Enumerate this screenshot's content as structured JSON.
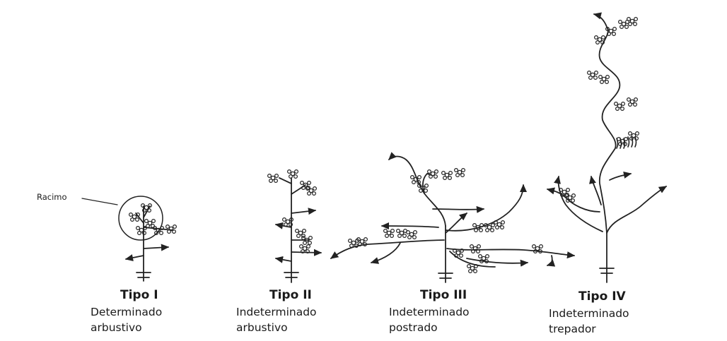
{
  "callout": {
    "label": "Racimo"
  },
  "types": [
    {
      "title": "Tipo I",
      "line1": "Determinado",
      "line2": "arbustivo"
    },
    {
      "title": "Tipo II",
      "line1": "Indeterminado",
      "line2": "arbustivo"
    },
    {
      "title": "Tipo III",
      "line1": "Indeterminado",
      "line2": "postrado"
    },
    {
      "title": "Tipo IV",
      "line1": "Indeterminado",
      "line2": "trepador"
    }
  ]
}
